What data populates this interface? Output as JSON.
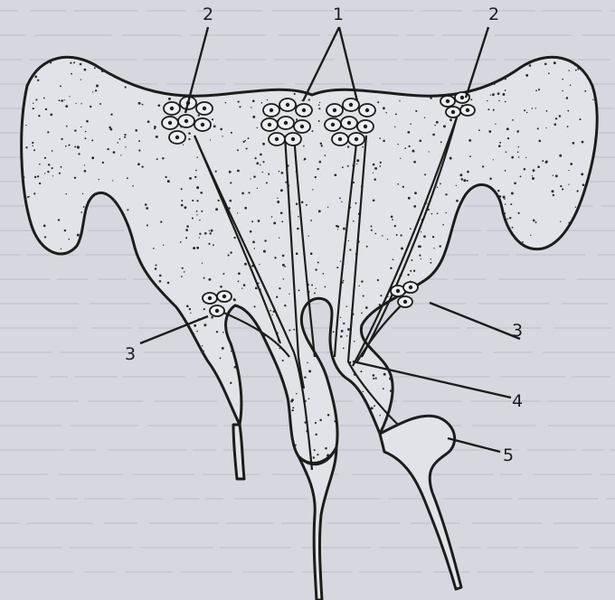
{
  "labels": {
    "l1": "1",
    "l2_left": "2",
    "l2_right": "2",
    "l3_left": "3",
    "l3_right": "3",
    "l4": "4",
    "l5": "5"
  },
  "colors": {
    "page": "#d7d8df",
    "tissue": "#e2e3e8",
    "ink": "#1c1c1c"
  }
}
